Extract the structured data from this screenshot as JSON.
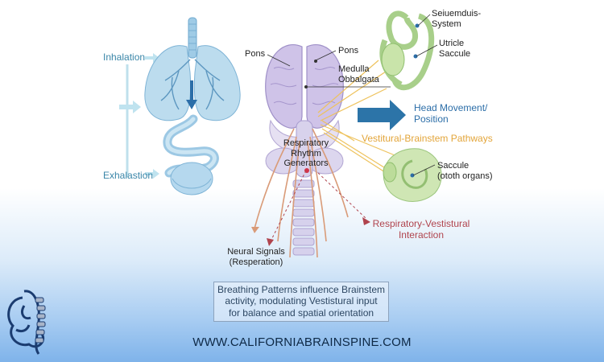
{
  "labels": {
    "inhalation": "Inhalation",
    "exhalation": "Exhalastion",
    "pons_left": "Pons",
    "pons_right": "Pons",
    "medulla_line1": "Medulla",
    "medulla_line2": "Obbalgata",
    "semicircular_line1": "Seiuemduis-",
    "semicircular_line2": "System",
    "utricle_line1": "Utricle",
    "utricle_line2": "Saccule",
    "head_movement_line1": "Head Movement/",
    "head_movement_line2": "Position",
    "pathways": "Vestitural-Brainstem Pathways",
    "generators_line1": "Respiratory",
    "generators_line2": "Rhythm",
    "generators_line3": "Generators",
    "saccule_line1": "Saccule",
    "saccule_line2": "(ototh organs)",
    "interaction_line1": "Respiratory-Vestistural",
    "interaction_line2": "Interaction",
    "neural_line1": "Neural Signals",
    "neural_line2": "(Resperation)"
  },
  "caption": {
    "line1": "Breathing Patterns influence Brainstem",
    "line2": "activity, modulating Vestistural input",
    "line3": "for balance and spatial orientation"
  },
  "footer": {
    "url": "WWW.CALIFORNIABRAINSPINE.COM"
  },
  "colors": {
    "lungs": "#a9d2ea",
    "brain": "#c9bde6",
    "ear": "#b8d89a",
    "arrow": "#2c74a8",
    "pathways": "#e3a53a",
    "nerves": "#d99b78",
    "logo": "#1b3c70"
  }
}
